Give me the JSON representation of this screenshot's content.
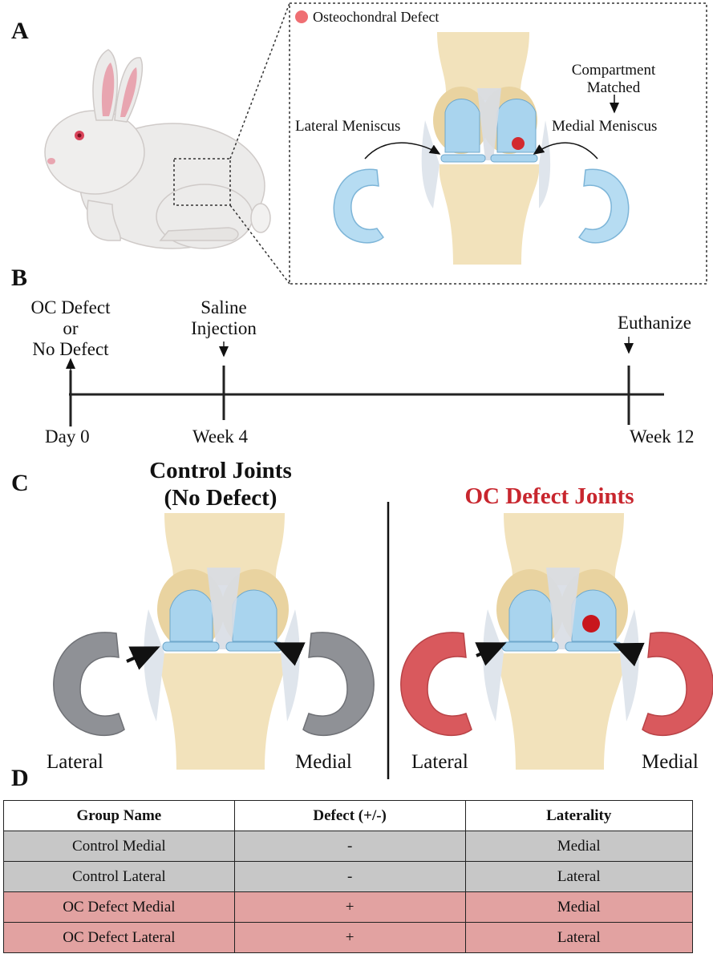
{
  "panels": {
    "a": "A",
    "b": "B",
    "c": "C",
    "d": "D"
  },
  "panel_a": {
    "legend_label": "Osteochondral Defect",
    "lateral_meniscus": "Lateral Meniscus",
    "medial_meniscus": "Medial Meniscus",
    "compartment_line1": "Compartment",
    "compartment_line2": "Matched"
  },
  "panel_b": {
    "events": [
      {
        "top": [
          "OC Defect",
          "or",
          "No Defect"
        ],
        "bottom": "Day 0"
      },
      {
        "top": [
          "Saline",
          "Injection"
        ],
        "bottom": "Week 4"
      },
      {
        "top": [
          "Euthanize"
        ],
        "bottom": "Week 12"
      }
    ]
  },
  "panel_c": {
    "control_title_line1": "Control Joints",
    "control_title_line2": "(No Defect)",
    "oc_title": "OC Defect Joints",
    "control_lateral": "Lateral",
    "control_medial": "Medial",
    "oc_lateral": "Lateral",
    "oc_medial": "Medial"
  },
  "table": {
    "headers": [
      "Group Name",
      "Defect (+/-)",
      "Laterality"
    ],
    "rows": [
      [
        "Control Medial",
        "-",
        "Medial"
      ],
      [
        "Control Lateral",
        "-",
        "Lateral"
      ],
      [
        "OC Defect Medial",
        "+",
        "Medial"
      ],
      [
        "OC Defect Lateral",
        "+",
        "Lateral"
      ]
    ]
  },
  "colors": {
    "defect_red": "#d22a2f",
    "control_meniscus": "#8f9196",
    "oc_meniscus": "#d9595d",
    "meniscus_blue": "#a9d4ee",
    "bone": "#f0ddb0"
  }
}
